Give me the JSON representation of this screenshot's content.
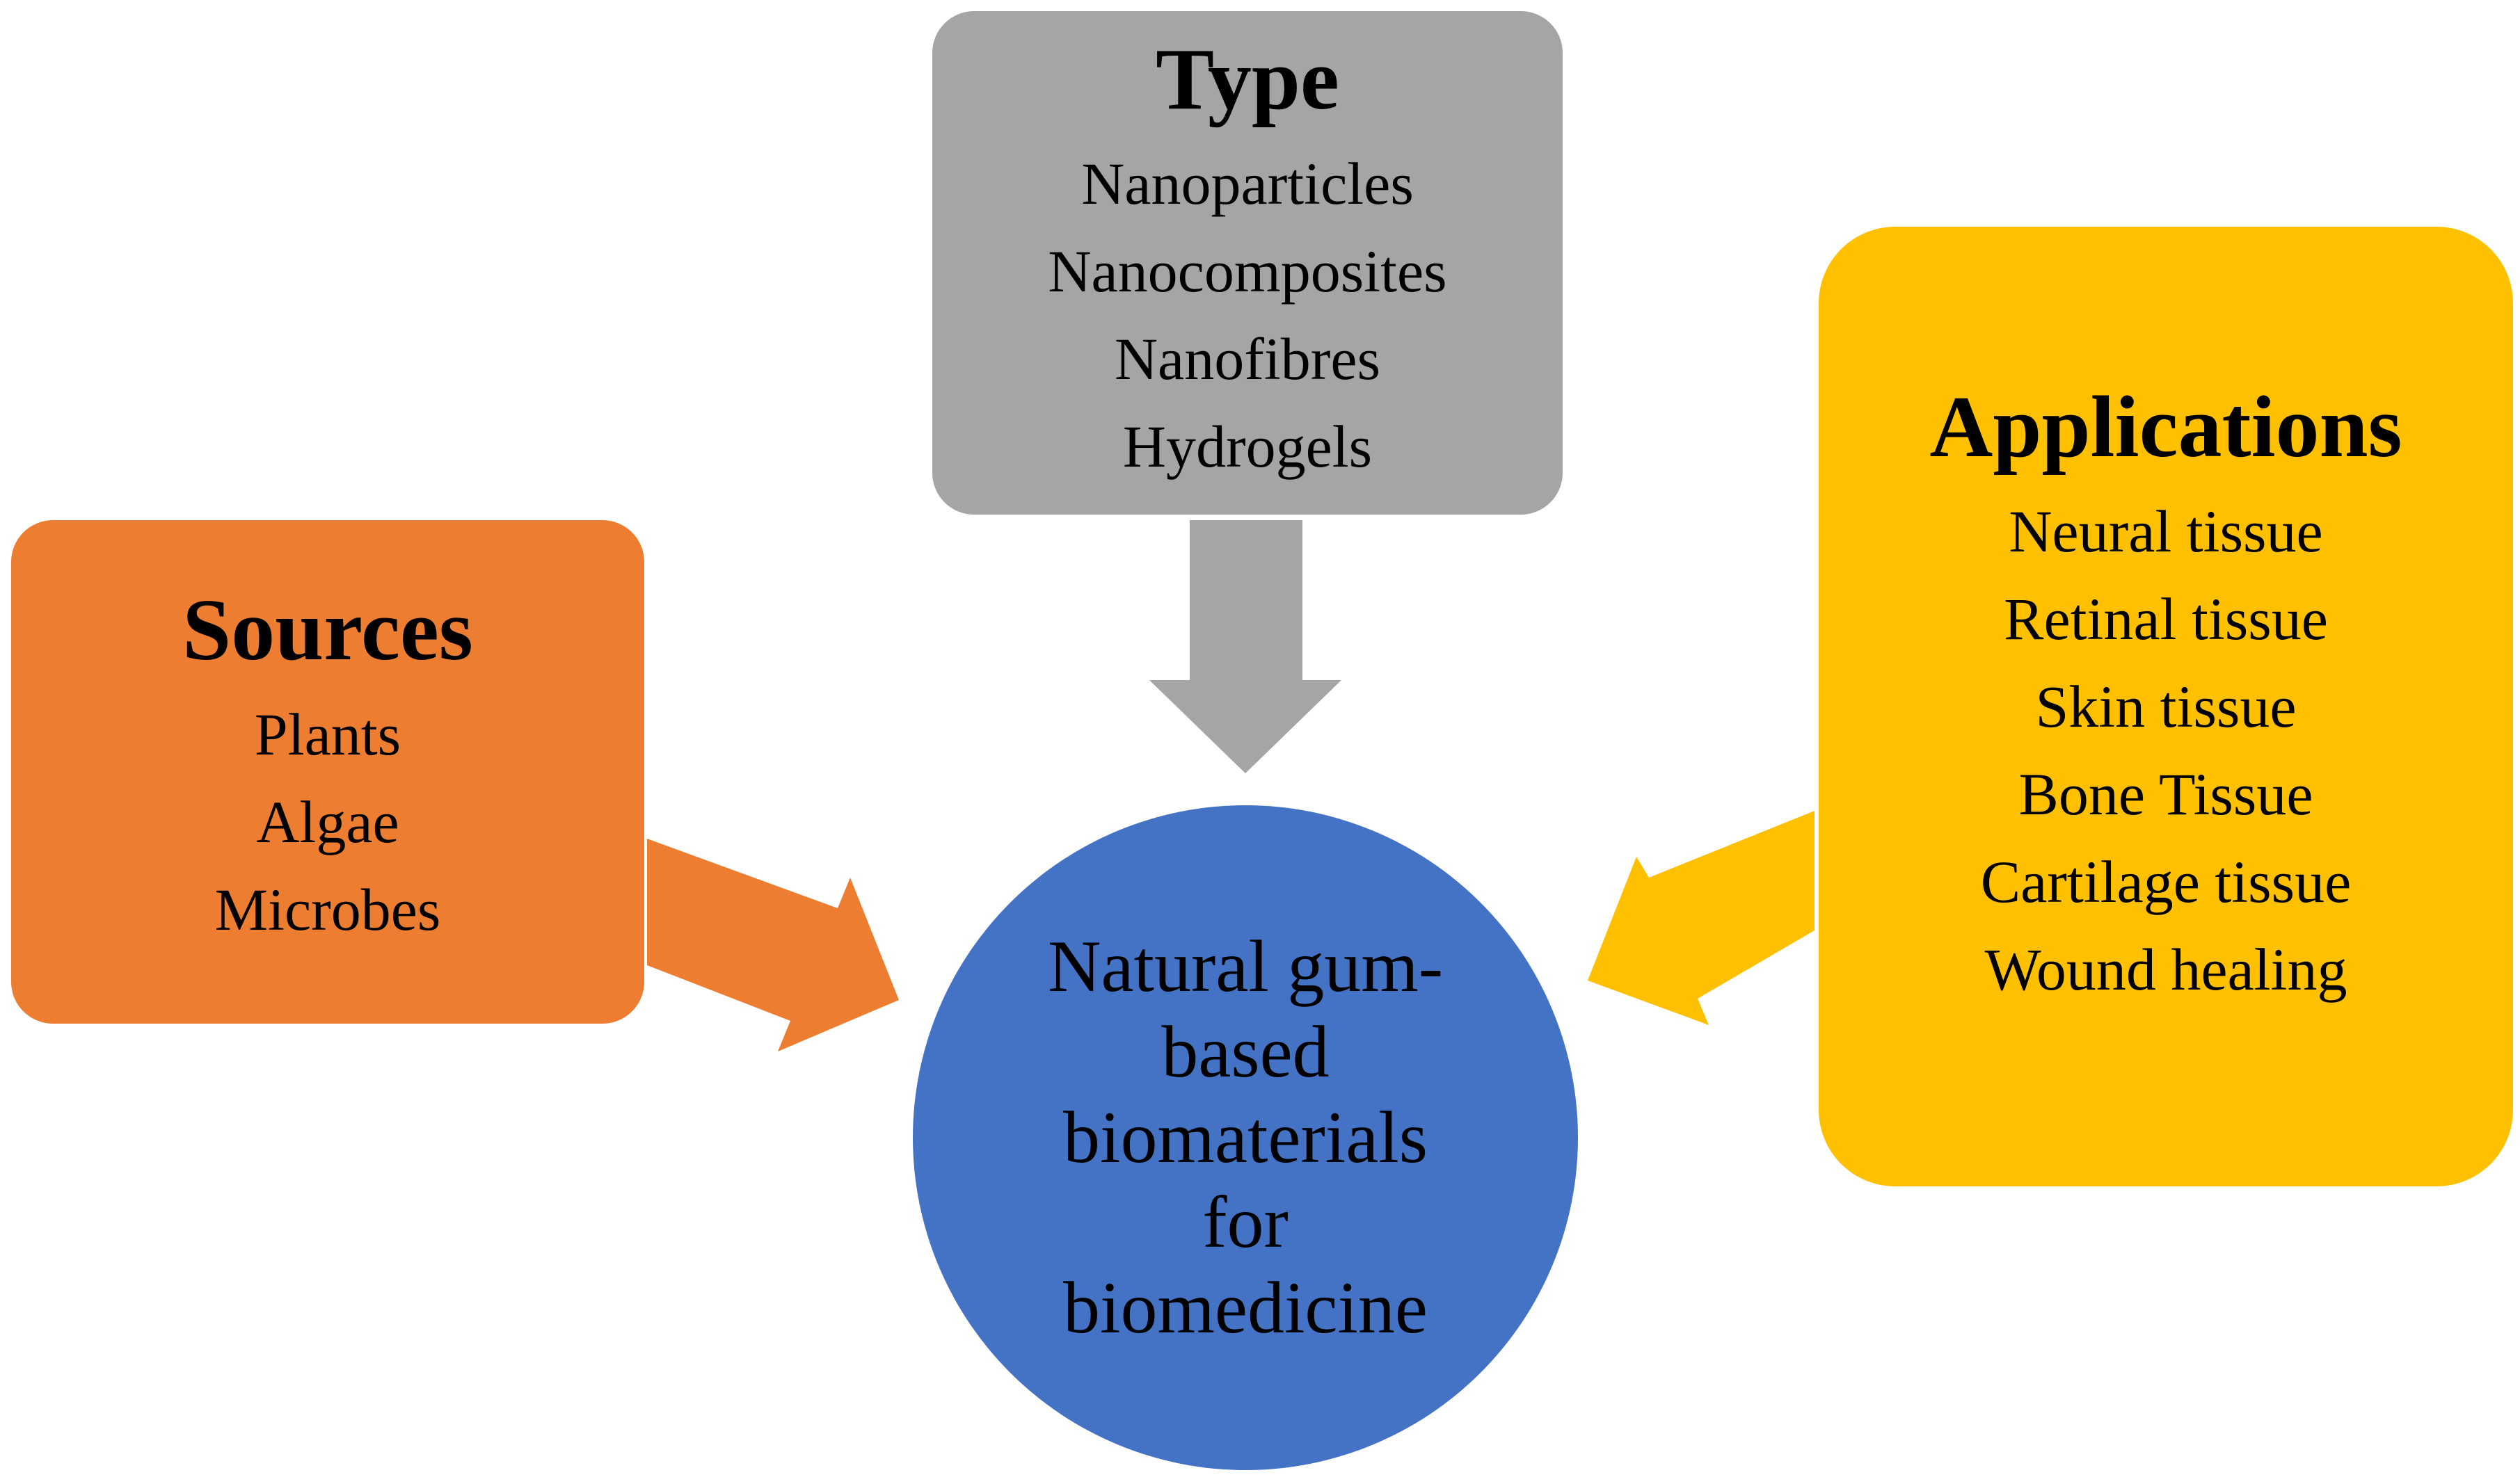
{
  "colors": {
    "type": "#a5a5a5",
    "sources": "#ed7d31",
    "applications": "#ffc000",
    "center": "#4472c4",
    "text": "#000000"
  },
  "type": {
    "heading": "Type",
    "items": [
      "Nanoparticles",
      "Nanocomposites",
      "Nanofibres",
      "Hydrogels"
    ]
  },
  "sources": {
    "heading": "Sources",
    "items": [
      "Plants",
      "Algae",
      "Microbes"
    ]
  },
  "applications": {
    "heading": "Applications",
    "items": [
      "Neural tissue",
      "Retinal tissue",
      "Skin tissue",
      "Bone Tissue",
      "Cartilage tissue",
      "Wound healing"
    ]
  },
  "center": {
    "label": "Natural gum-based biomaterials for biomedicine"
  }
}
